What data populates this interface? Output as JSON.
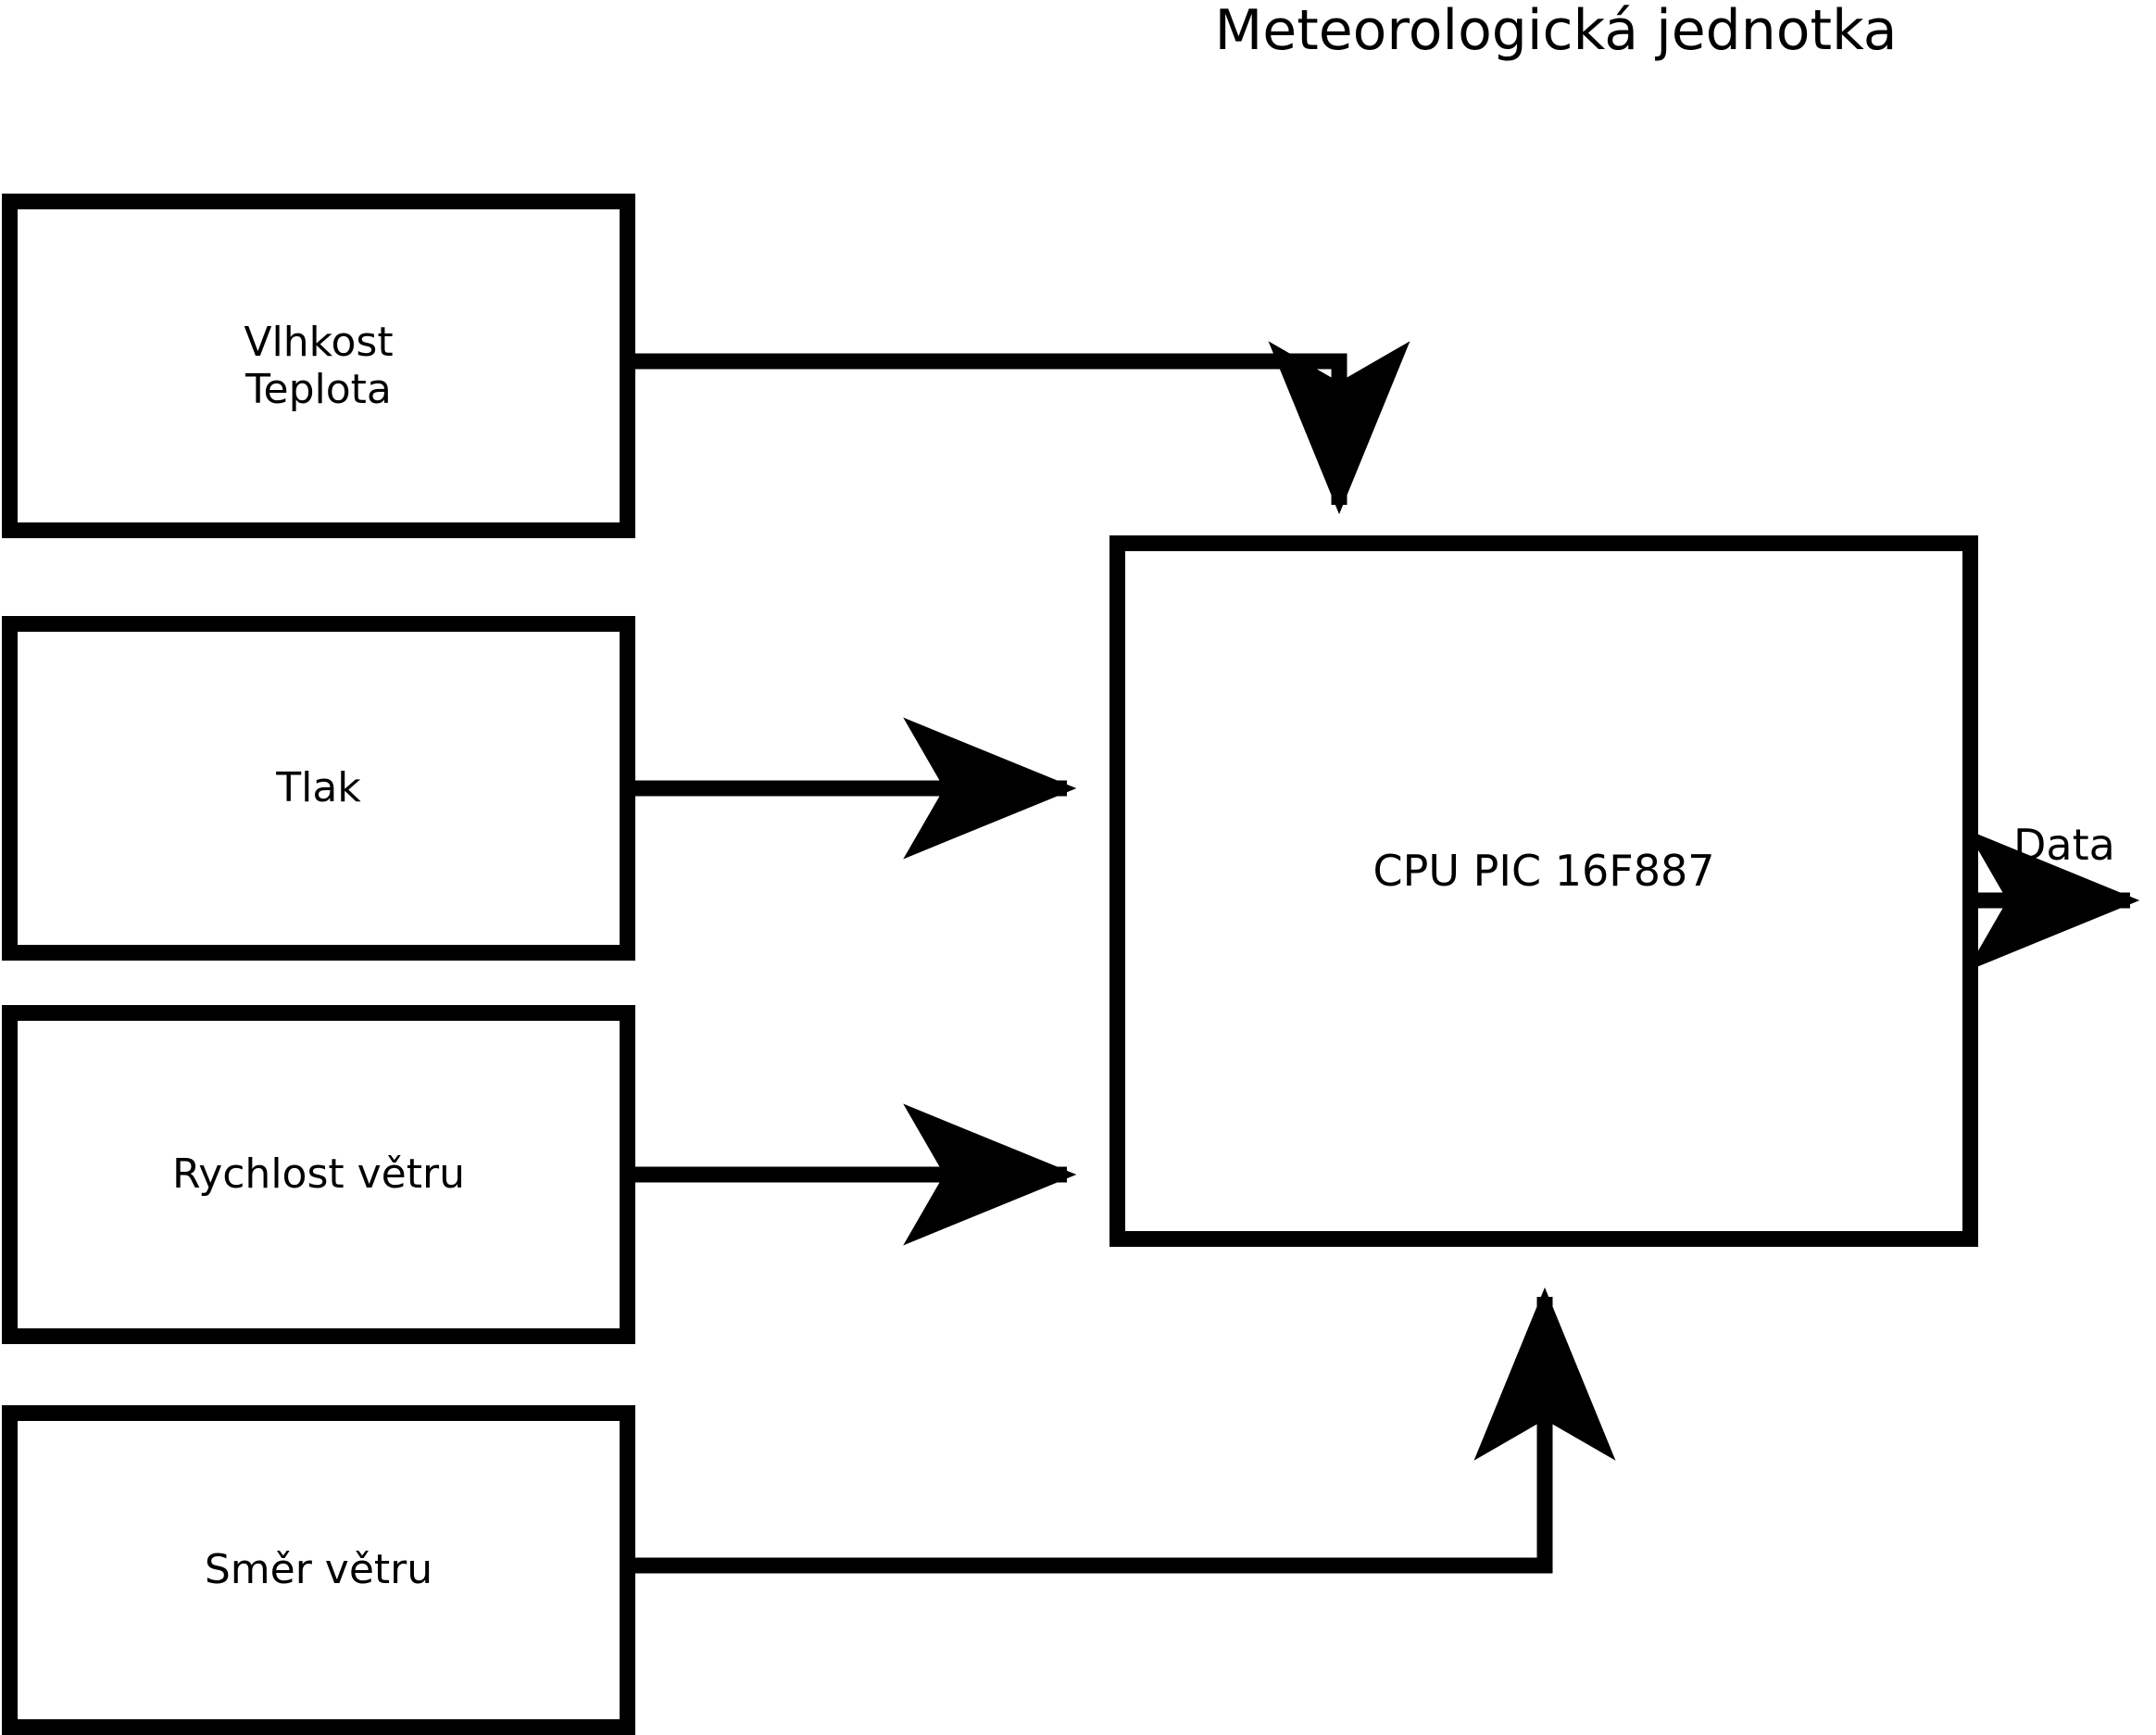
{
  "diagram": {
    "title": "Meteorologická jednotka",
    "language": "cs",
    "type": "block-diagram",
    "background_color": "#ffffff",
    "stroke_color": "#000000",
    "nodes": [
      {
        "id": "sensor-1",
        "label": "Vlhkost\nTeplota",
        "shape": "rectangle"
      },
      {
        "id": "sensor-2",
        "label": "Tlak",
        "shape": "rectangle"
      },
      {
        "id": "sensor-3",
        "label": "Rychlost větru",
        "shape": "rectangle"
      },
      {
        "id": "sensor-4",
        "label": "Směr větru",
        "shape": "rectangle"
      },
      {
        "id": "cpu",
        "label": "CPU PIC 16F887",
        "shape": "rectangle"
      }
    ],
    "edges": [
      {
        "id": "edge-1",
        "from": "sensor-1",
        "to": "cpu",
        "label": "",
        "routing": "orthogonal-right-then-down",
        "arrowhead": "into-cpu-top"
      },
      {
        "id": "edge-2",
        "from": "sensor-2",
        "to": "cpu",
        "label": "",
        "routing": "straight-right",
        "arrowhead": "into-cpu-left"
      },
      {
        "id": "edge-3",
        "from": "sensor-3",
        "to": "cpu",
        "label": "",
        "routing": "straight-right",
        "arrowhead": "into-cpu-left"
      },
      {
        "id": "edge-4",
        "from": "sensor-4",
        "to": "cpu",
        "label": "",
        "routing": "orthogonal-right-then-up",
        "arrowhead": "into-cpu-bottom"
      },
      {
        "id": "edge-output",
        "from": "cpu",
        "to": "external",
        "label": "Data",
        "routing": "straight-right",
        "arrowhead": "open-right"
      }
    ],
    "labels": {
      "data_output": "Data"
    }
  }
}
